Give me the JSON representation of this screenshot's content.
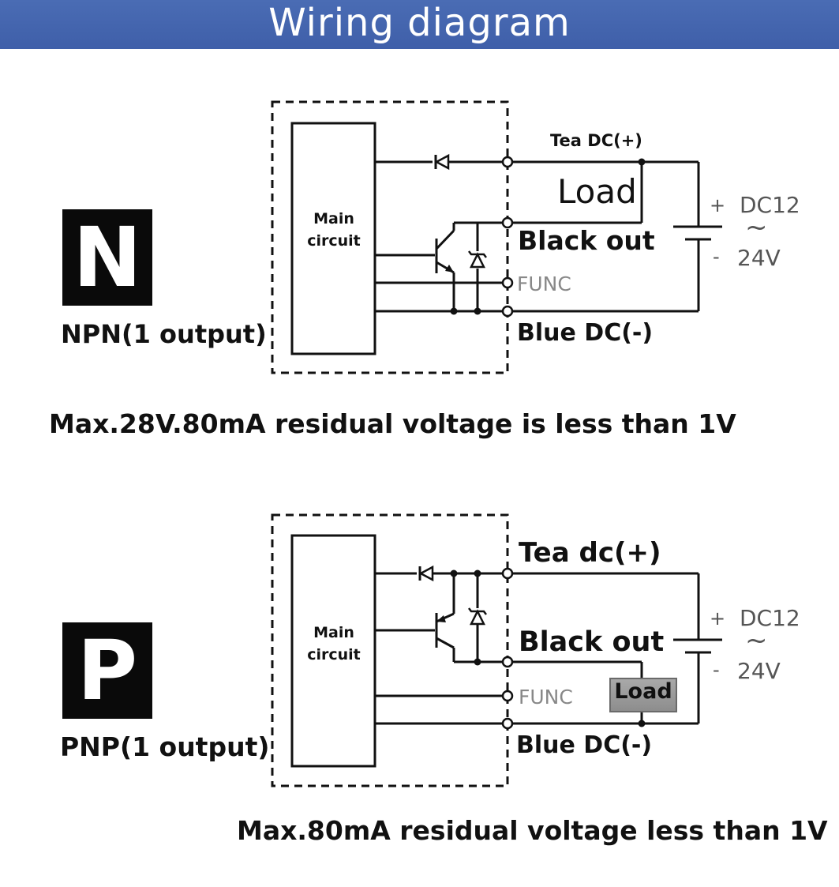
{
  "header": {
    "title": "Wiring diagram"
  },
  "npn": {
    "badge": "N",
    "type_label": "NPN(1 output)",
    "main_circuit": [
      "Main",
      "circuit"
    ],
    "wire_top": "Tea DC(+)",
    "load": "Load",
    "wire_out": "Black out",
    "wire_func": "FUNC",
    "wire_bottom": "Blue DC(-)",
    "supply_plus": "+",
    "supply_minus": "-",
    "supply_v1": "DC12",
    "supply_tilde": "~",
    "supply_v2": "24V",
    "note": "Max.28V.80mA residual voltage is less than 1V"
  },
  "pnp": {
    "badge": "P",
    "type_label": "PNP(1 output)",
    "main_circuit": [
      "Main",
      "circuit"
    ],
    "wire_top": "Tea dc(+)",
    "wire_out": "Black out",
    "wire_func": "FUNC",
    "load": "Load",
    "wire_bottom": "Blue DC(-)",
    "supply_plus": "+",
    "supply_minus": "-",
    "supply_v1": "DC12",
    "supply_tilde": "~",
    "supply_v2": "24V",
    "note": "Max.80mA residual voltage less than 1V"
  }
}
